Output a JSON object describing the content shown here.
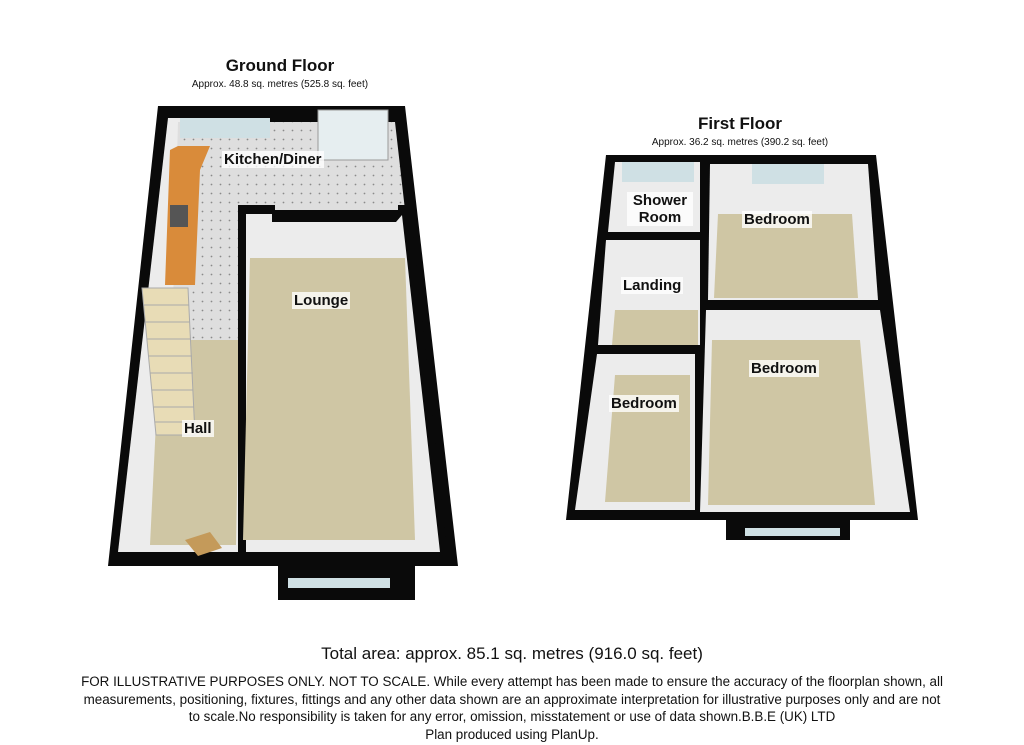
{
  "ground_floor": {
    "title": "Ground Floor",
    "area": "Approx.  48.8 sq. metres (525.8 sq. feet)",
    "rooms": {
      "kitchen_diner": "Kitchen/Diner",
      "lounge": "Lounge",
      "hall": "Hall"
    }
  },
  "first_floor": {
    "title": "First Floor",
    "area": "Approx.  36.2 sq. metres (390.2 sq. feet)",
    "rooms": {
      "shower_room_line1": "Shower",
      "shower_room_line2": "Room",
      "bedroom_rear": "Bedroom",
      "landing": "Landing",
      "bedroom_front_large": "Bedroom",
      "bedroom_front_small": "Bedroom"
    }
  },
  "total_area": "Total area: approx.  85.1 sq. metres (916.0 sq. feet)",
  "disclaimer": {
    "line1": "FOR ILLUSTRATIVE PURPOSES ONLY. NOT TO SCALE. While every attempt has been made to ensure the accuracy of the floorplan shown, all",
    "line2": "measurements, positioning, fixtures, fittings and any other data shown are an approximate interpretation for illustrative purposes only and are not",
    "line3": "to scale.No responsibility is taken for any error, omission, misstatement or use of data shown.B.B.E (UK) LTD",
    "line4": "Plan produced using PlanUp."
  },
  "colors": {
    "wall": "#0a0a0a",
    "floor_carpet": "#cfc6a4",
    "wall_inner": "#ececec",
    "tile": "#dcdcdc",
    "worktop": "#d98b3a",
    "window": "#cfe0e4"
  }
}
